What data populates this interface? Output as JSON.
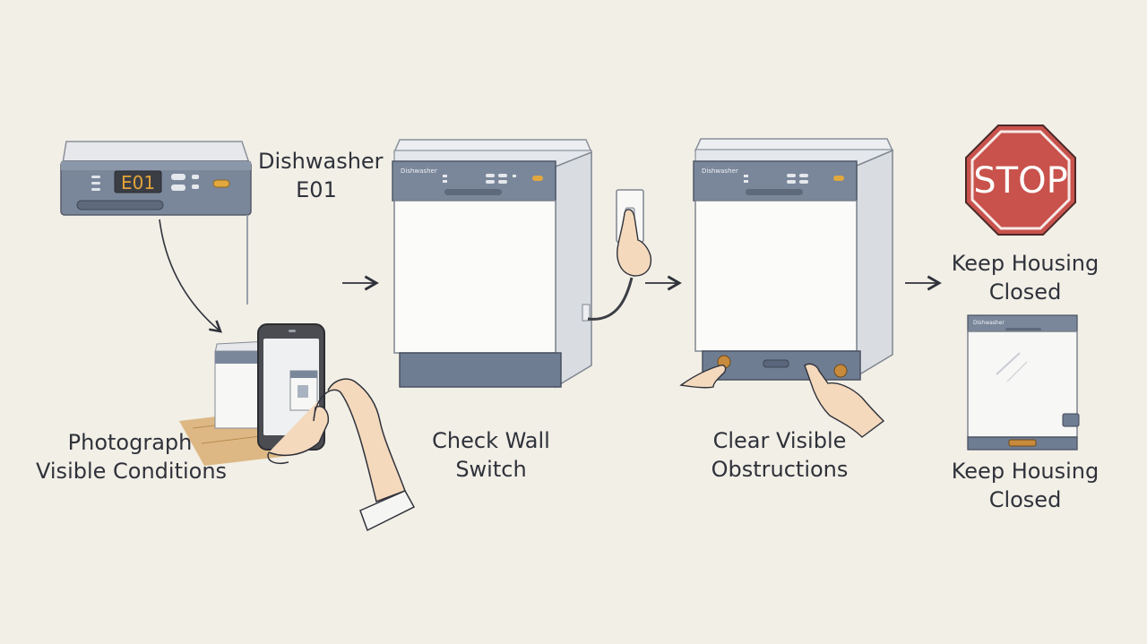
{
  "title": {
    "line1": "Dishwasher",
    "line2": "E01"
  },
  "display_code": "E01",
  "brand_text": "Dishwasher",
  "steps": [
    {
      "line1": "Photograph",
      "line2": "Visible Conditions"
    },
    {
      "line1": "Check Wall",
      "line2": "Switch"
    },
    {
      "line1": "Clear Visible",
      "line2": "Obstructions"
    }
  ],
  "stop_sign": {
    "text": "STOP",
    "caption_line1": "Keep Housing",
    "caption_line2": "Closed"
  },
  "closed_housing": {
    "caption_line1": "Keep Housing",
    "caption_line2": "Closed"
  },
  "colors": {
    "background": "#f2efe7",
    "panel": "#6f7d93",
    "stop_red": "#c9524c",
    "display": "#e3a43a"
  },
  "icons": [
    "arrow-right-icon",
    "hand-icon",
    "phone-icon",
    "stop-sign-icon",
    "wall-switch-icon"
  ]
}
